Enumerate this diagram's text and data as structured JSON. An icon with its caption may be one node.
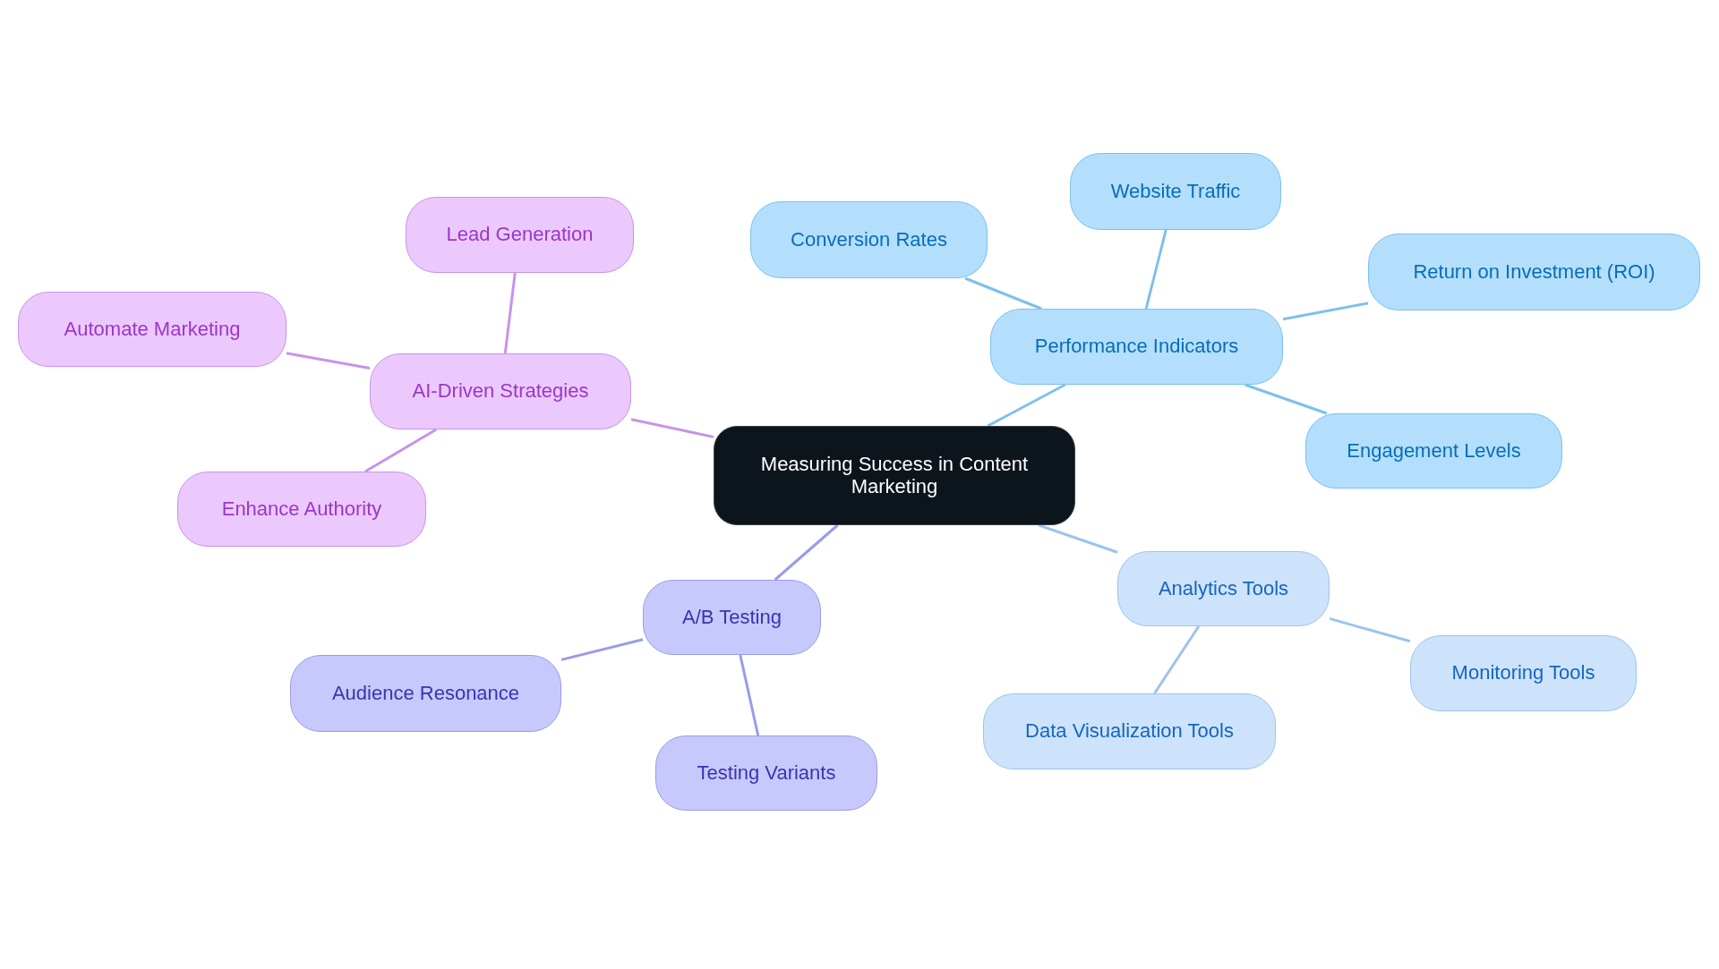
{
  "diagram": {
    "nodes": [
      {
        "text": [
          "Measuring Success in Content Marketing"
        ]
      },
      {
        "text": [
          "AI-Driven Strategies"
        ]
      },
      {
        "text": [
          "Lead Generation"
        ]
      },
      {
        "text": [
          "Automate Marketing"
        ]
      },
      {
        "text": [
          "Enhance Authority"
        ]
      },
      {
        "text": [
          "Performance Indicators"
        ]
      },
      {
        "text": [
          "Conversion Rates"
        ]
      },
      {
        "text": [
          "Website Traffic"
        ]
      },
      {
        "text": [
          "Return on Investment (ROI)"
        ]
      },
      {
        "text": [
          "Engagement Levels"
        ]
      },
      {
        "text": [
          "Analytics Tools"
        ]
      },
      {
        "text": [
          "Monitoring Tools"
        ]
      },
      {
        "text": [
          "Data Visualization Tools"
        ]
      },
      {
        "text": [
          "A/B Testing"
        ]
      },
      {
        "text": [
          "Audience Resonance"
        ]
      },
      {
        "text": [
          "Testing Variants"
        ]
      }
    ],
    "edges": [
      {
        "from": 0,
        "to": 1,
        "arrow": "none",
        "color": "#c893ea"
      },
      {
        "from": 1,
        "to": 2,
        "arrow": "none",
        "color": "#c893ea"
      },
      {
        "from": 1,
        "to": 3,
        "arrow": "none",
        "color": "#c893ea"
      },
      {
        "from": 1,
        "to": 4,
        "arrow": "none",
        "color": "#c893ea"
      },
      {
        "from": 0,
        "to": 5,
        "arrow": "none",
        "color": "#7ec0ec"
      },
      {
        "from": 5,
        "to": 6,
        "arrow": "none",
        "color": "#7ec0ec"
      },
      {
        "from": 5,
        "to": 7,
        "arrow": "none",
        "color": "#7ec0ec"
      },
      {
        "from": 5,
        "to": 8,
        "arrow": "none",
        "color": "#7ec0ec"
      },
      {
        "from": 5,
        "to": 9,
        "arrow": "none",
        "color": "#7ec0ec"
      },
      {
        "from": 0,
        "to": 10,
        "arrow": "none",
        "color": "#9cc4ed"
      },
      {
        "from": 10,
        "to": 11,
        "arrow": "none",
        "color": "#9cc4ed"
      },
      {
        "from": 10,
        "to": 12,
        "arrow": "none",
        "color": "#9cc4ed"
      },
      {
        "from": 0,
        "to": 13,
        "arrow": "none",
        "color": "#9a9ce9"
      },
      {
        "from": 13,
        "to": 14,
        "arrow": "none",
        "color": "#9a9ce9"
      },
      {
        "from": 13,
        "to": 15,
        "arrow": "none",
        "color": "#9a9ce9"
      }
    ]
  }
}
